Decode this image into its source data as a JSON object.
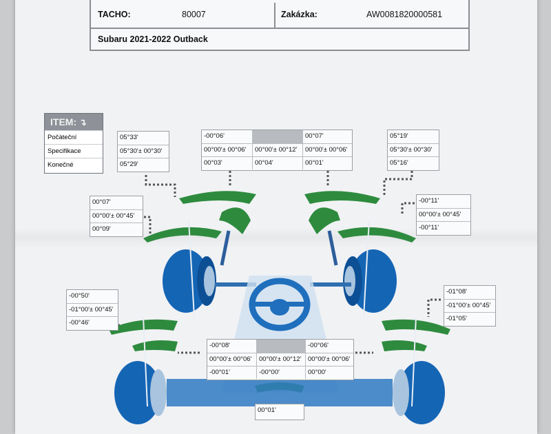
{
  "header": {
    "tacho_label": "TACHO:",
    "tacho_value": "80007",
    "order_label": "Zakázka:",
    "order_value": "AW0081820000581",
    "vehicle": "Subaru  2021-2022  Outback"
  },
  "legend": {
    "title": "ITEM:",
    "items": [
      "Počáteční",
      "Specifikace",
      "Konečné"
    ]
  },
  "front_left_camber": [
    "05°33'",
    "05°30'± 00°30'",
    "05°29'"
  ],
  "front_right_camber": [
    "05°19'",
    "05°30'± 00°30'",
    "05°16'"
  ],
  "front_total_toe": {
    "left": [
      "-00°06'",
      "00°00'± 00°06'",
      "00°03'"
    ],
    "mid": [
      "",
      "00°00'± 00°12'",
      "00°04'"
    ],
    "right": [
      "00°07'",
      "00°00'± 00°06'",
      "00°01'"
    ]
  },
  "front_left_toe": [
    "00°07'",
    "00°00'± 00°45'",
    "00°09'"
  ],
  "front_right_toe": [
    "-00°11'",
    "00°00'± 00°45'",
    "-00°11'"
  ],
  "rear_left_camber": [
    "-00°50'",
    "-01°00'± 00°45'",
    "-00°46'"
  ],
  "rear_right_camber": [
    "-01°08'",
    "-01°00'± 00°45'",
    "-01°05'"
  ],
  "rear_total_toe": {
    "left": [
      "-00°08'",
      "00°00'± 00°06'",
      "-00°01'"
    ],
    "mid": [
      "",
      "00°00'± 00°12'",
      "-00°00'"
    ],
    "right": [
      "-00°06'",
      "00°00'± 00°06'",
      "00°00'"
    ]
  },
  "thrust_angle": "00°01'",
  "colors": {
    "wheel": "#1565b5",
    "indicator": "#2e8b3e",
    "frame": "#8a8d92"
  }
}
